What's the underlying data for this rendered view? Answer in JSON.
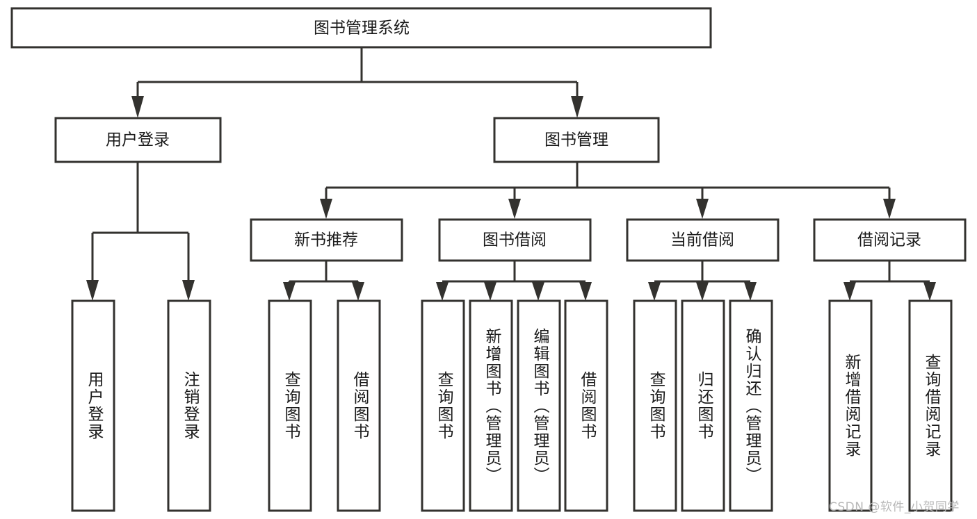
{
  "diagram": {
    "title": "图书管理系统",
    "watermark": "CSDN @软件_小贺同学",
    "line_color": "#33322f",
    "box_fill": "#ffffff",
    "text_color": "#1a1a1a",
    "root": {
      "id": "root",
      "label": "图书管理系统"
    },
    "level2": [
      {
        "id": "user-login",
        "label": "用户登录"
      },
      {
        "id": "book-manage",
        "label": "图书管理"
      }
    ],
    "level3": [
      {
        "id": "new-book-recommend",
        "label": "新书推荐",
        "parent": "book-manage"
      },
      {
        "id": "book-borrow",
        "label": "图书借阅",
        "parent": "book-manage"
      },
      {
        "id": "current-borrow",
        "label": "当前借阅",
        "parent": "book-manage"
      },
      {
        "id": "borrow-record",
        "label": "借阅记录",
        "parent": "book-manage"
      }
    ],
    "leaves": [
      {
        "id": "leaf-user-login",
        "label": "用户登录",
        "parent": "user-login"
      },
      {
        "id": "leaf-user-logout",
        "label": "注销登录",
        "parent": "user-login"
      },
      {
        "id": "leaf-query-book-1",
        "label": "查询图书",
        "parent": "new-book-recommend"
      },
      {
        "id": "leaf-borrow-book-1",
        "label": "借阅图书",
        "parent": "new-book-recommend"
      },
      {
        "id": "leaf-query-book-2",
        "label": "查询图书",
        "parent": "book-borrow"
      },
      {
        "id": "leaf-add-book",
        "label": "新增图书（管理员）",
        "parent": "book-borrow"
      },
      {
        "id": "leaf-edit-book",
        "label": "编辑图书（管理员）",
        "parent": "book-borrow"
      },
      {
        "id": "leaf-borrow-book-2",
        "label": "借阅图书",
        "parent": "book-borrow"
      },
      {
        "id": "leaf-query-book-3",
        "label": "查询图书",
        "parent": "current-borrow"
      },
      {
        "id": "leaf-return-book",
        "label": "归还图书",
        "parent": "current-borrow"
      },
      {
        "id": "leaf-confirm-return",
        "label": "确认归还（管理员）",
        "parent": "current-borrow"
      },
      {
        "id": "leaf-add-record",
        "label": "新增借阅记录",
        "parent": "borrow-record"
      },
      {
        "id": "leaf-query-record",
        "label": "查询借阅记录",
        "parent": "borrow-record"
      }
    ]
  }
}
